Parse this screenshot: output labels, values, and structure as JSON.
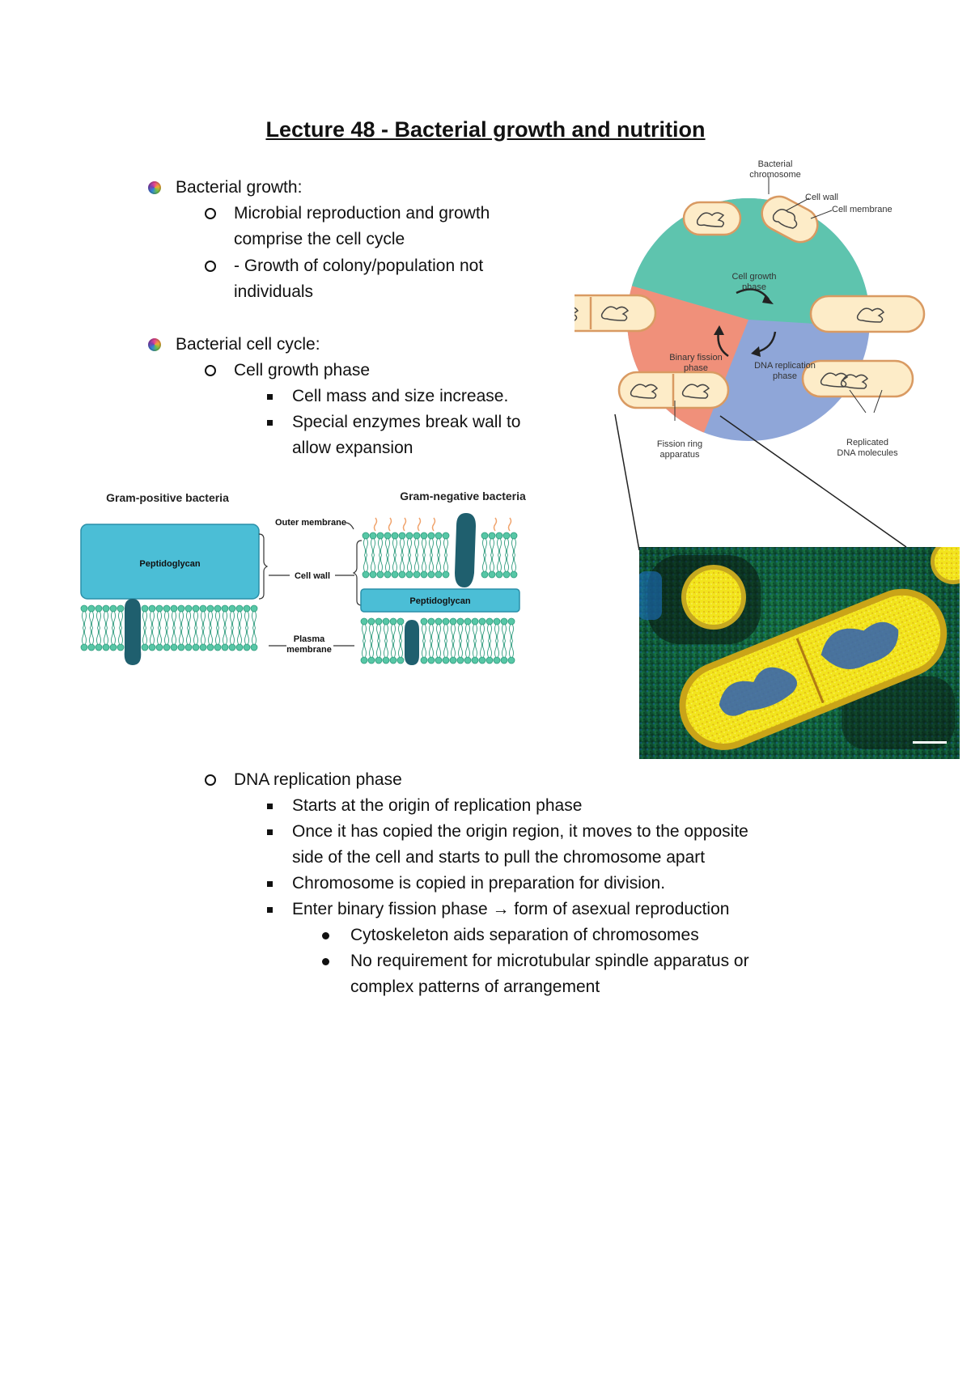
{
  "title": "Lecture 48 - Bacterial growth and nutrition",
  "lines": {
    "l1": "Bacterial growth:",
    "l2a": "Microbial reproduction and growth",
    "l2b": "comprise the cell cycle",
    "l3a": "- Growth of colony/population not",
    "l3b": "individuals",
    "l4": "Bacterial cell cycle:",
    "l5": "Cell growth phase",
    "l6": "Cell mass and size increase.",
    "l7a": "Special enzymes break wall to",
    "l7b": "allow expansion",
    "l8": "DNA replication phase",
    "l9": "Starts at the origin of replication phase",
    "l10a": "Once it has copied the origin region, it moves to the opposite",
    "l10b": "side of the cell and starts to pull the chromosome apart",
    "l11": "Chromosome is copied in preparation for division.",
    "l12": "Enter binary fission phase → form of asexual reproduction",
    "l13": "Cytoskeleton aids separation of chromosomes",
    "l14a": "No requirement for microtubular spindle apparatus or",
    "l14b": "complex patterns of arrangement"
  },
  "cycle_diagram": {
    "bacterial_chromosome_1": "Bacterial",
    "bacterial_chromosome_2": "chromosome",
    "cell_wall": "Cell wall",
    "cell_membrane": "Cell membrane",
    "growth_1": "Cell growth",
    "growth_2": "phase",
    "fission_1": "Binary fission",
    "fission_2": "phase",
    "dna_1": "DNA replication",
    "dna_2": "phase",
    "ring_1": "Fission ring",
    "ring_2": "apparatus",
    "replicated_1": "Replicated",
    "replicated_2": "DNA molecules",
    "colors": {
      "growth": "#5ec4ae",
      "fission": "#f0907a",
      "dna": "#8fa6d8",
      "cell": "#fdecc8",
      "cell_border": "#d99a62"
    }
  },
  "wall_diagram": {
    "gram_pos": "Gram-positive bacteria",
    "gram_neg": "Gram-negative bacteria",
    "outer_membrane": "Outer membrane",
    "cell_wall": "Cell wall",
    "peptidoglycan_pos": "Peptidoglycan",
    "peptidoglycan_neg": "Peptidoglycan",
    "plasma_1": "Plasma",
    "plasma_2": "membrane",
    "colors": {
      "peptidoglycan": "#4bbed6",
      "protein": "#1f5f6e",
      "lipid_head": "#57c7a6",
      "lps": "#f0a36c"
    }
  }
}
